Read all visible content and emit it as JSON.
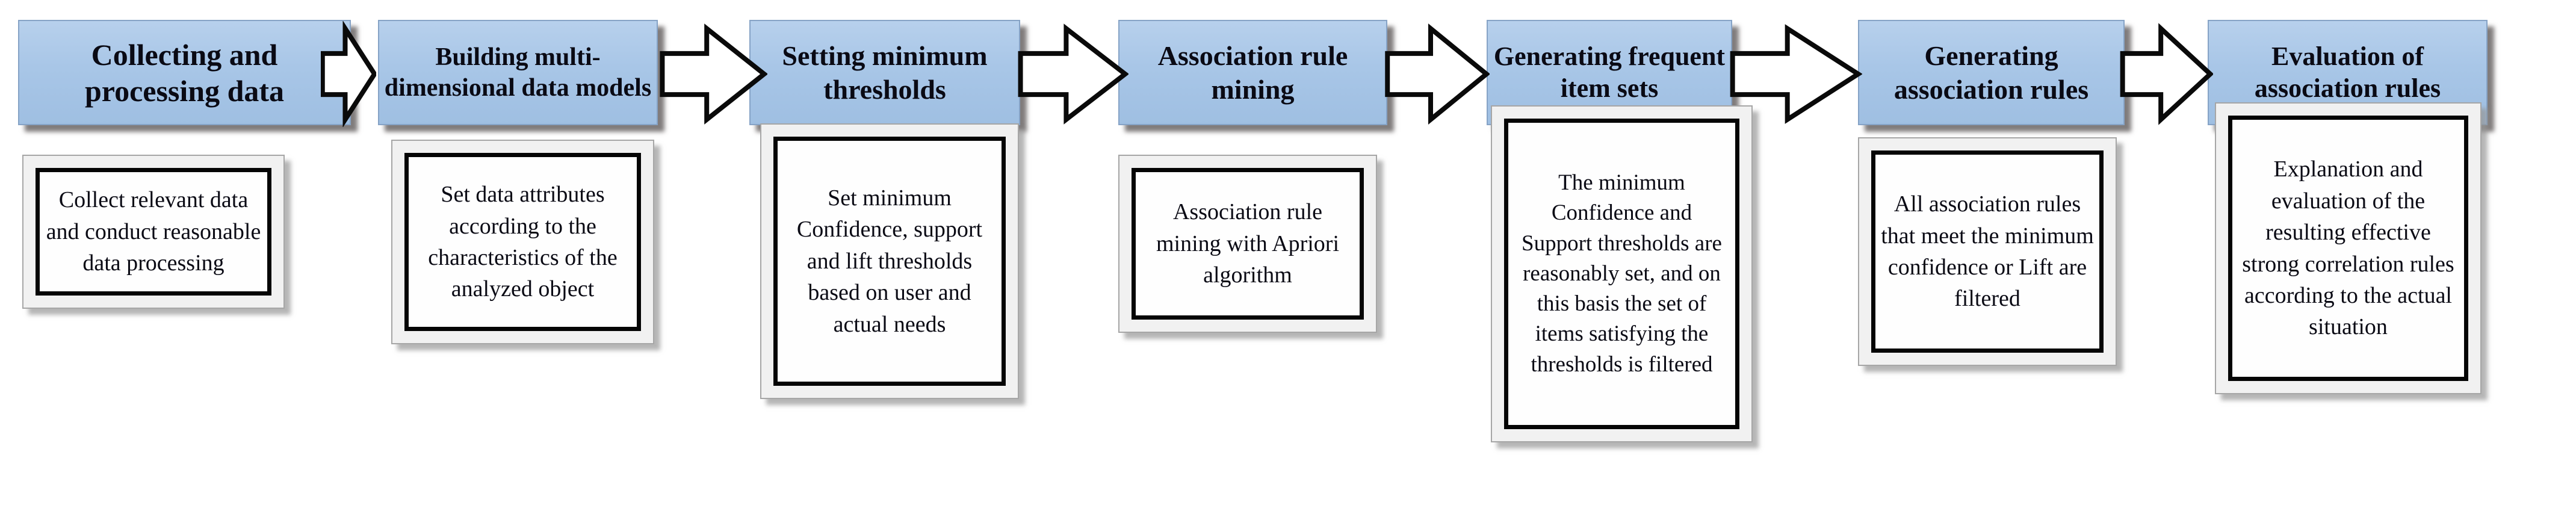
{
  "figure": {
    "type": "flowchart",
    "background_color": "#ffffff",
    "header_fill_color": "#a8c6e7",
    "header_border_color": "#86a3c6",
    "box_border_color": "#050505",
    "arrow": {
      "shape": "block-arrow-right",
      "fill": "#ffffff",
      "outline": "#0a0a0a"
    },
    "steps": [
      {
        "title": "Collecting and\nprocessing data",
        "description": "Collect relevant data\nand conduct reasonable\ndata processing"
      },
      {
        "title": "Building multi-\ndimensional data models",
        "description": "Set data attributes\naccording to the\ncharacteristics of the\nanalyzed object"
      },
      {
        "title": "Setting minimum\nthresholds",
        "description": "Set minimum\nConfidence, support\nand lift thresholds\nbased on user and\nactual needs"
      },
      {
        "title": "Association rule\nmining",
        "description": "Association rule\nmining with Apriori\nalgorithm"
      },
      {
        "title": "Generating frequent\nitem sets",
        "description": "The minimum\nConfidence and\nSupport thresholds are\nreasonably set, and on\nthis basis the set of\nitems satisfying the\nthresholds is filtered"
      },
      {
        "title": "Generating\nassociation rules",
        "description": "All association rules\nthat meet the minimum\nconfidence or Lift are\nfiltered"
      },
      {
        "title": "Evaluation of\nassociation rules",
        "description": "Explanation and\nevaluation of the\nresulting effective\nstrong correlation rules\naccording to the actual\nsituation"
      }
    ]
  }
}
